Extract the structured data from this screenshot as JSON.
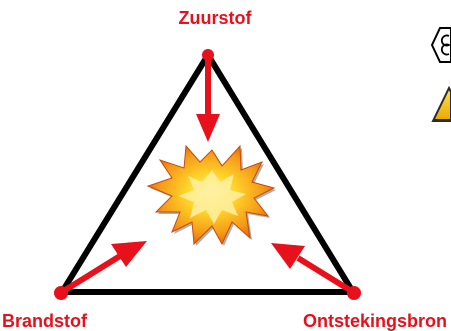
{
  "diagram": {
    "nodes": {
      "top": {
        "label": "Zuurstof"
      },
      "left": {
        "label": "Brandstof"
      },
      "right": {
        "label": "Ontstekingsbron"
      }
    },
    "colors": {
      "accent": "#e8101a",
      "triangle": "#000000",
      "explosion_outer": "#f07a12",
      "explosion_inner": "#ffd52a",
      "explosion_core": "#fff5b0",
      "explosion_smoke": "#6e6e6e",
      "warning_sign": "#f5c400"
    },
    "icons": [
      "explosion-icon",
      "ex-symbol-icon",
      "warning-sign-icon"
    ]
  }
}
